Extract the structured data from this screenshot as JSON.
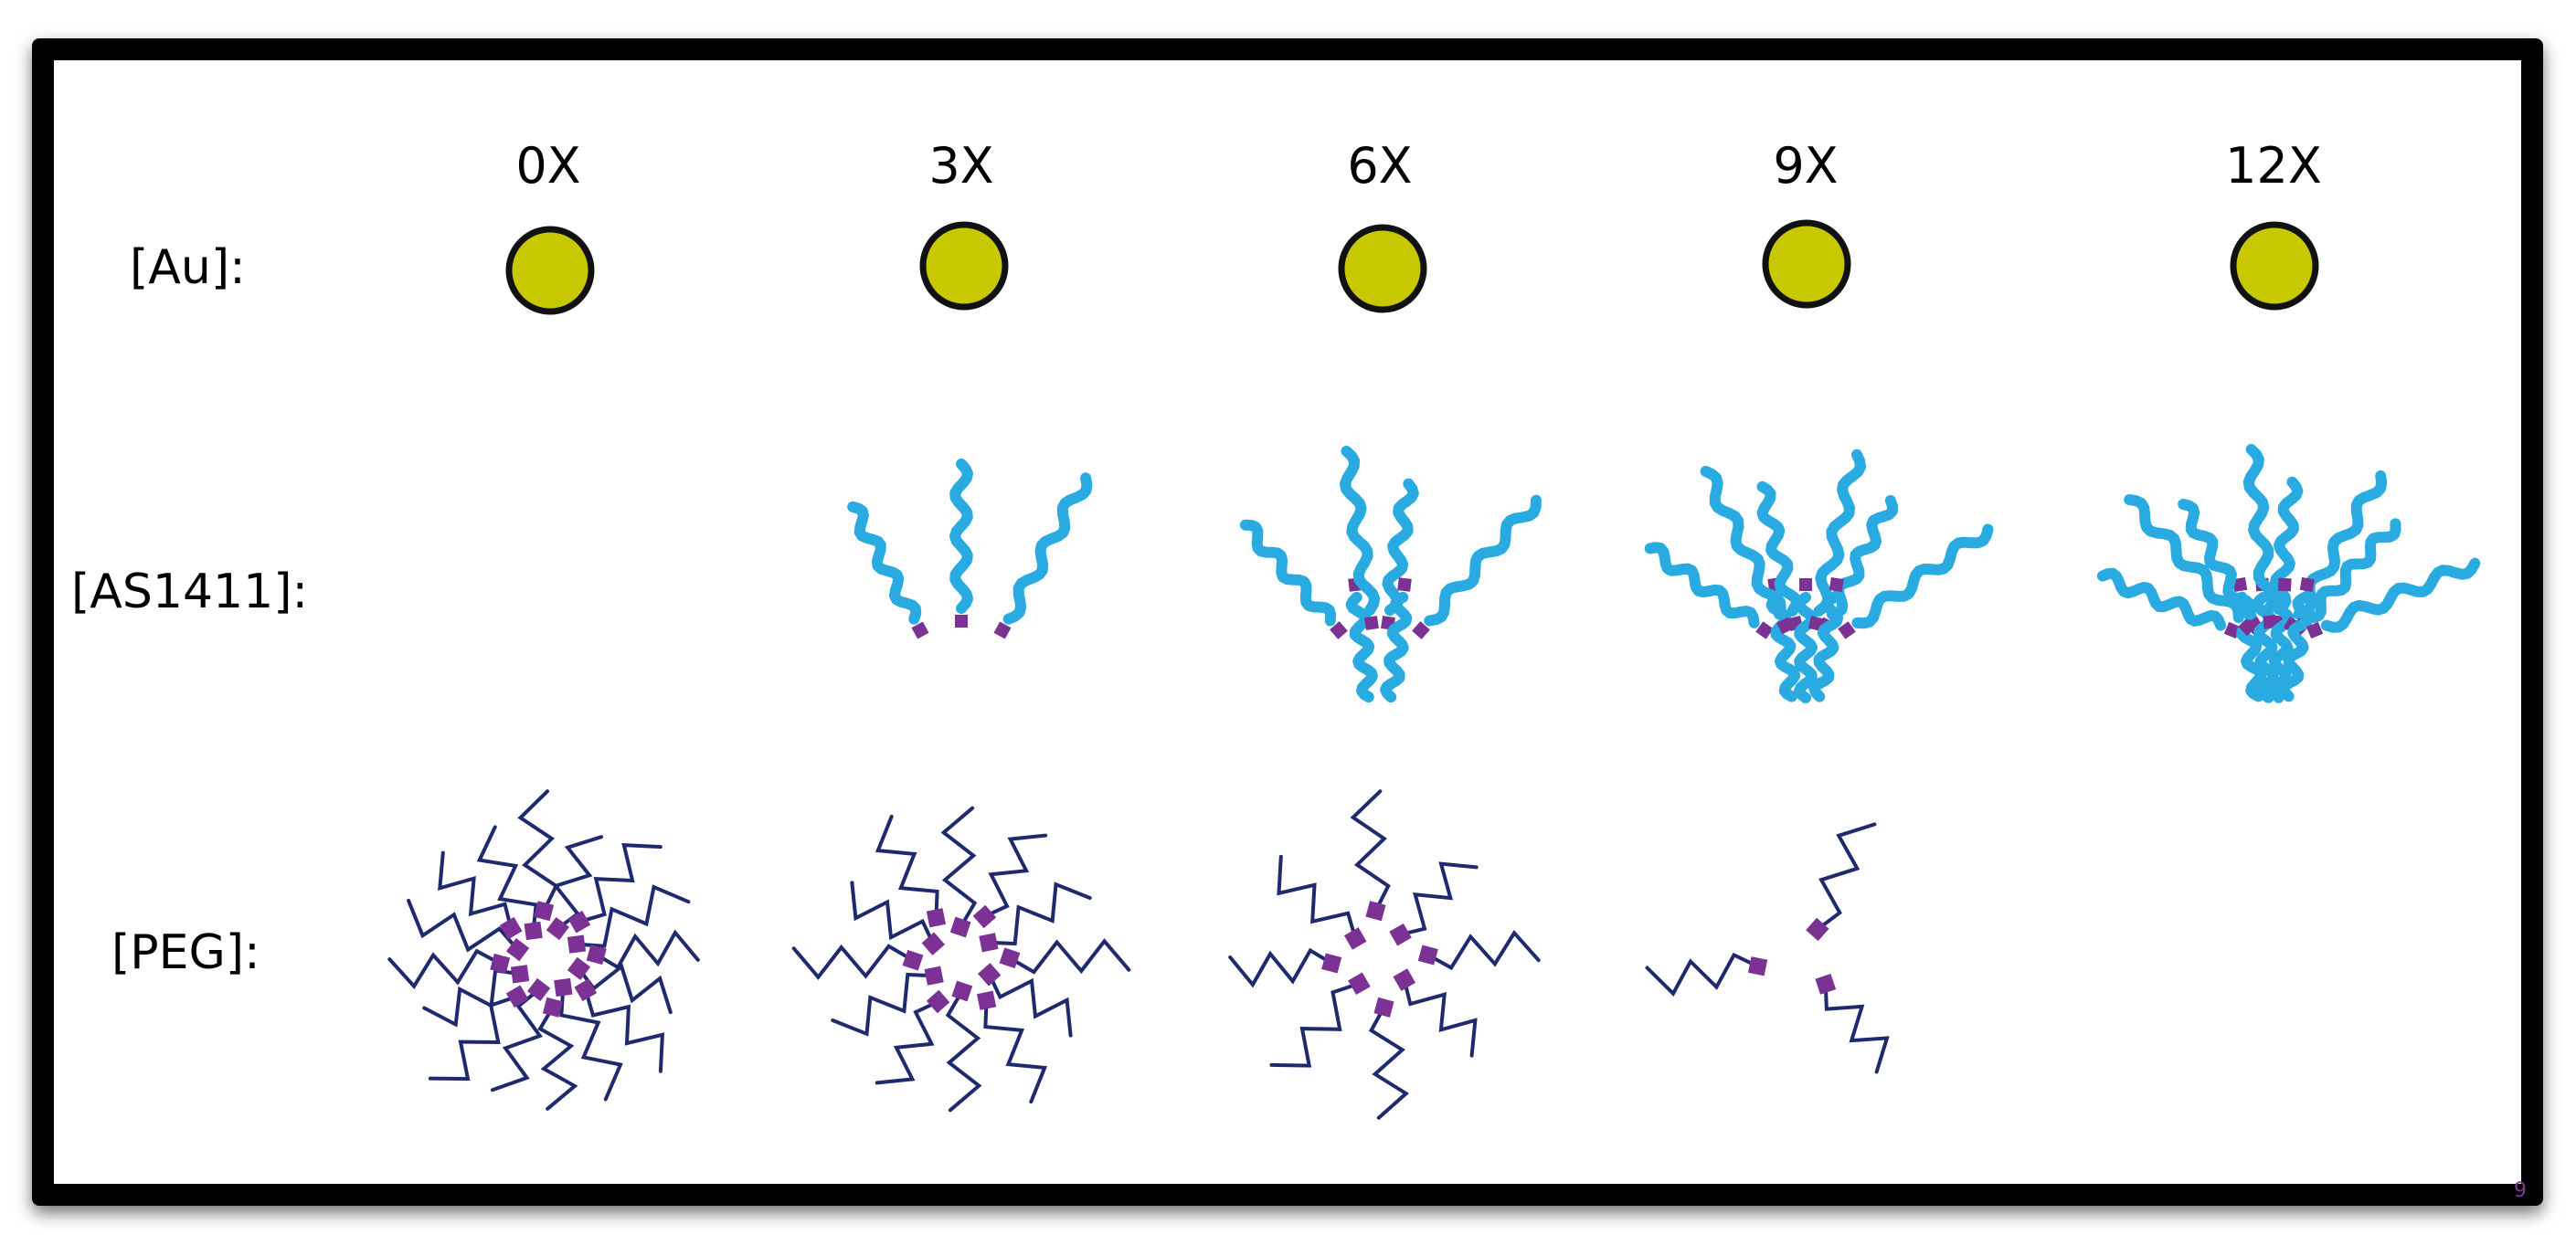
{
  "columns": [
    "0X",
    "3X",
    "6X",
    "9X",
    "12X"
  ],
  "rows": {
    "au": "[Au]:",
    "aptamer": "[AS1411]:",
    "peg": "[PEG]:"
  },
  "aptamer_counts": [
    0,
    3,
    6,
    9,
    12
  ],
  "peg_counts": [
    16,
    12,
    8,
    3,
    0
  ],
  "colors": {
    "gold": "#c8c800",
    "aptamer": "#29abe2",
    "linker": "#7b3294",
    "peg": "#1f2a6e",
    "frame": "#000000"
  },
  "icons": [
    "gold-nanoparticle-icon",
    "aptamer-strand-icon",
    "peg-chain-icon"
  ],
  "page_number": "9"
}
